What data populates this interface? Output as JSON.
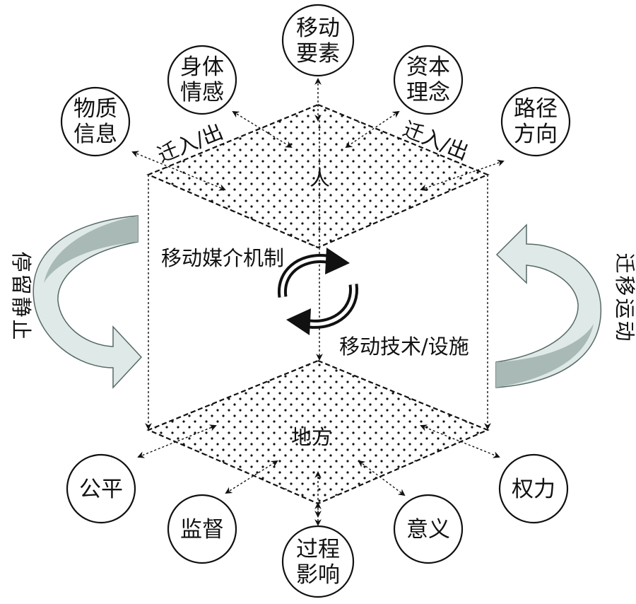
{
  "center": {
    "top_plane": "人",
    "bottom_plane": "地方",
    "mechanism": "移动媒介机制",
    "technology": "移动技术/设施",
    "migrate_left": "迁入/出",
    "migrate_right": "迁入/出"
  },
  "side_arrows": {
    "left": [
      "停",
      "留",
      "静",
      "止"
    ],
    "right": [
      "迁",
      "移",
      "运",
      "动"
    ]
  },
  "top_nodes": [
    {
      "lines": [
        "物质",
        "信息"
      ]
    },
    {
      "lines": [
        "身体",
        "情感"
      ]
    },
    {
      "lines": [
        "移动",
        "要素"
      ]
    },
    {
      "lines": [
        "资本",
        "理念"
      ]
    },
    {
      "lines": [
        "路径",
        "方向"
      ]
    }
  ],
  "bottom_nodes": [
    {
      "lines": [
        "公平"
      ]
    },
    {
      "lines": [
        "监督"
      ]
    },
    {
      "lines": [
        "过程",
        "影响"
      ]
    },
    {
      "lines": [
        "意义"
      ]
    },
    {
      "lines": [
        "权力"
      ]
    }
  ],
  "colors": {
    "arrow_fill": "#dfe9e7",
    "arrow_shadow": "#a8b9b6",
    "line": "#111111"
  }
}
